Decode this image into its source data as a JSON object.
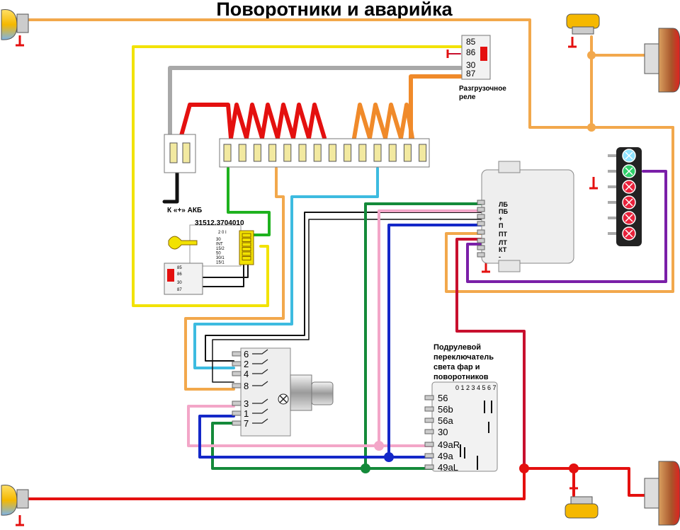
{
  "title": "Поворотники и аварийка",
  "colors": {
    "yellow": "#f2e200",
    "gray": "#a8a8a8",
    "red": "#e4100f",
    "darkred": "#c8102e",
    "orange": "#f08a2a",
    "lightorange": "#f2a84c",
    "green": "#1fb21f",
    "darkgreen": "#148a3a",
    "cyan": "#3dbbe0",
    "pink": "#f3a6c8",
    "blue": "#1428c8",
    "purple": "#7a1fa8",
    "black": "#111111"
  },
  "labels": {
    "battery": "К «+» АКБ",
    "switch_code": "31512.3704010",
    "relay": "Разгрузочное реле",
    "stalk": "Подрулевой переключатель света фар и поворотников"
  },
  "relay_top_pins": [
    "85",
    "86",
    "30",
    "87"
  ],
  "relay_small_pins": [
    "85",
    "86",
    "30",
    "87"
  ],
  "ignition_pins": [
    "30",
    "INT",
    "15/2",
    "50",
    "30/1",
    "15/1"
  ],
  "ignition_top": "2 0 I",
  "flasher_pins": [
    "ЛБ",
    "ПБ",
    "+",
    "П",
    "ПТ",
    "ЛТ",
    "КТ",
    "-"
  ],
  "hazard_pins": [
    "6",
    "2",
    "4",
    "8",
    "3",
    "1",
    "7"
  ],
  "stalk_pins": [
    "56",
    "56b",
    "56a",
    "30",
    "49aR",
    "49a",
    "49aL"
  ],
  "stalk_positions": "0 1 2 3 4 5 6 7"
}
